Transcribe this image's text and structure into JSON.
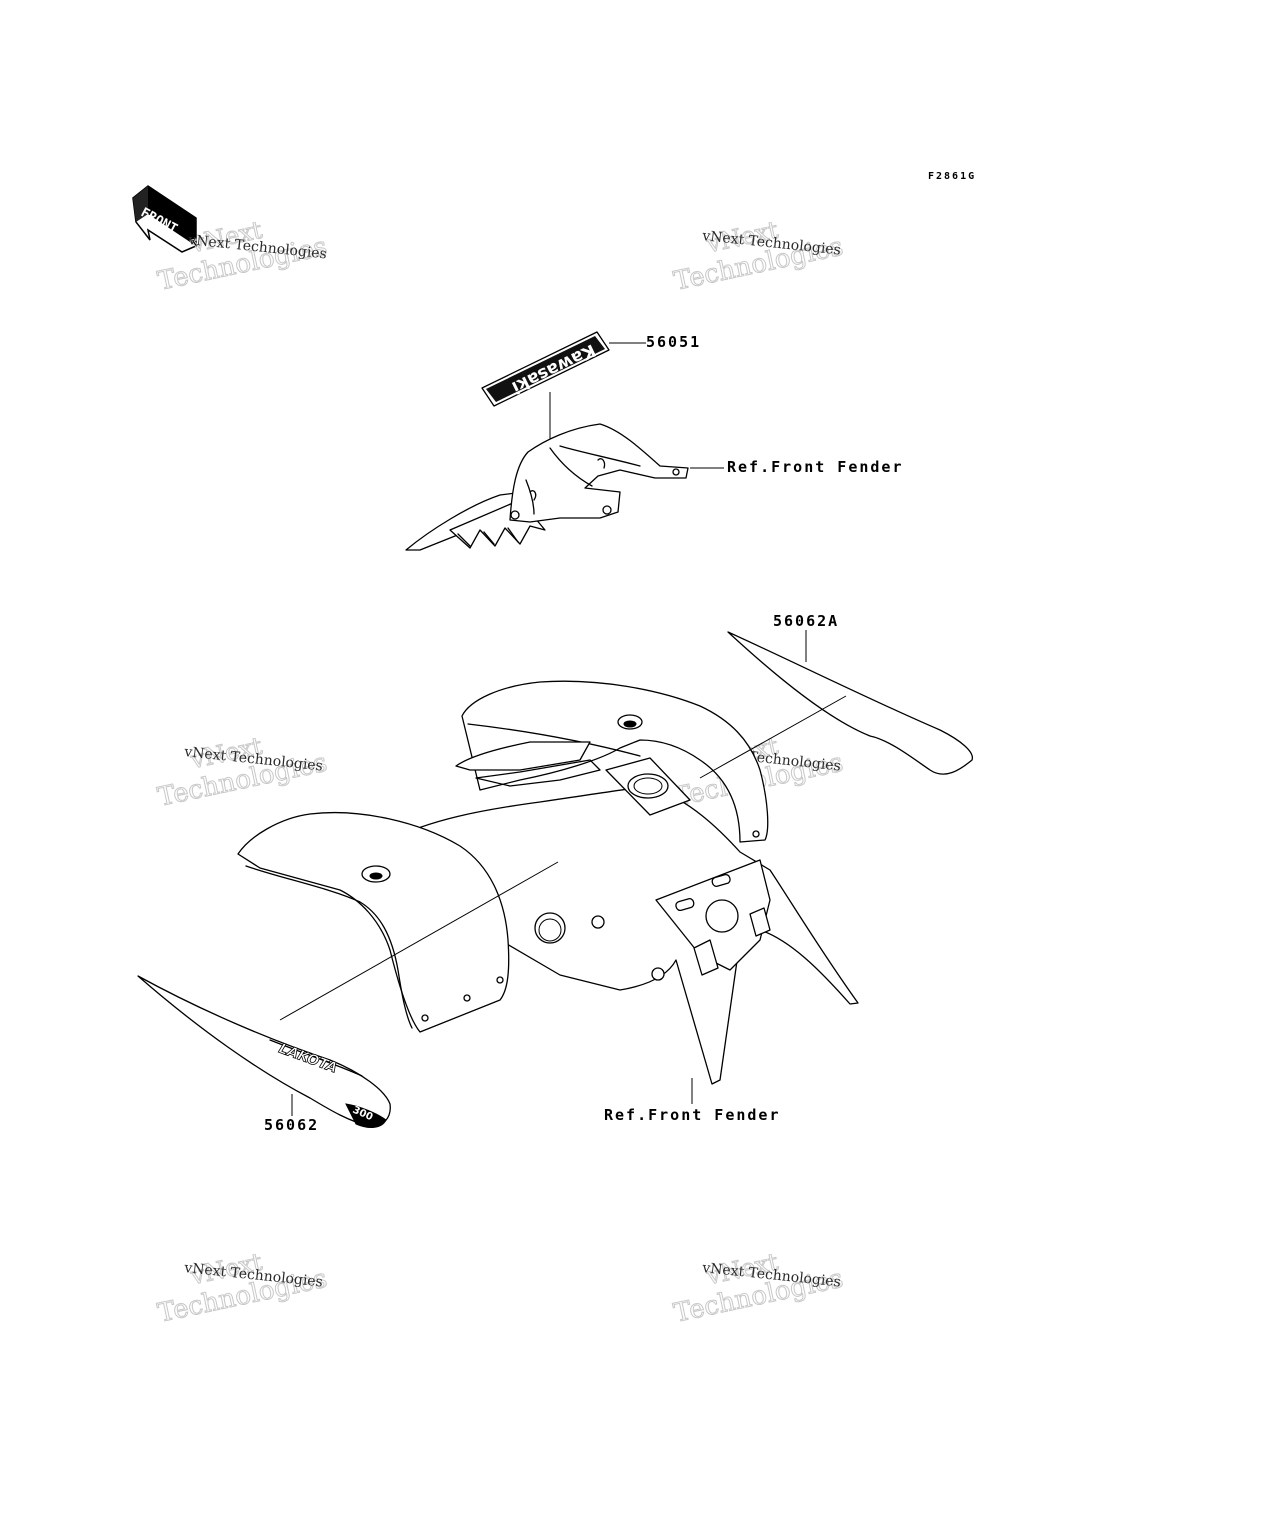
{
  "figure_code": "F2861G",
  "front_badge": "FRONT",
  "labels": {
    "p56051": "56051",
    "p56062A": "56062A",
    "p56062": "56062",
    "ref_top": "Ref.Front Fender",
    "ref_bottom": "Ref.Front Fender"
  },
  "decal_text": {
    "kawasaki": "Kawasaki",
    "lakota": "LAKOTA",
    "model": "300"
  },
  "watermark": {
    "line1": "vNext",
    "line2": "Technologies",
    "small": "vNext Technologies"
  }
}
